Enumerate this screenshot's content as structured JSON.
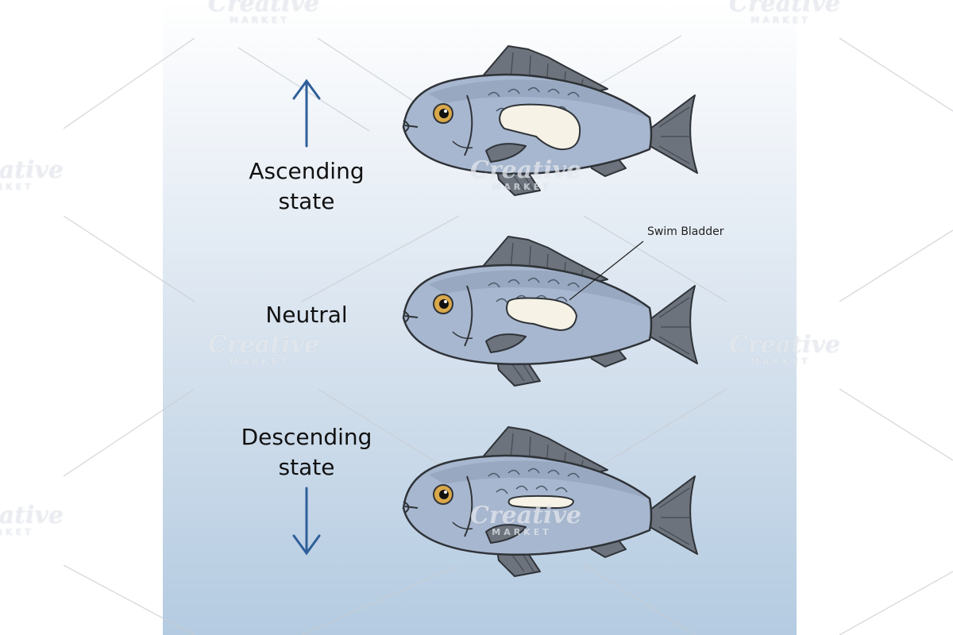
{
  "states": {
    "ascending": {
      "line1": "Ascending",
      "line2": "state"
    },
    "neutral": {
      "line1": "Neutral"
    },
    "descending": {
      "line1": "Descending",
      "line2": "state"
    }
  },
  "callout": {
    "swim_bladder": "Swim Bladder"
  },
  "watermark": {
    "brand": "Creative",
    "sub": "MARKET"
  },
  "colors": {
    "arrow": "#2f5f9a",
    "fish_body": "#a7b7cf",
    "fish_fin": "#6c737c",
    "bladder": "#f6f2e6"
  }
}
